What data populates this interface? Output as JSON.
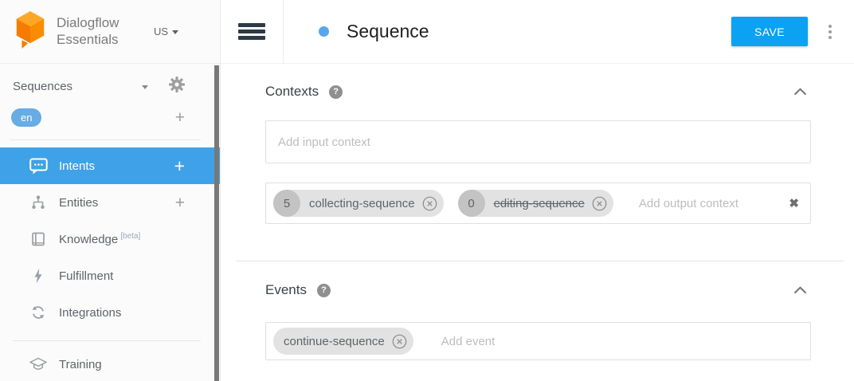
{
  "brand": {
    "line1": "Dialogflow",
    "line2": "Essentials",
    "region": "US"
  },
  "sidebar": {
    "agent_name": "Sequences",
    "language": "en",
    "items": [
      {
        "label": "Intents"
      },
      {
        "label": "Entities"
      },
      {
        "label": "Knowledge",
        "badge": "[beta]"
      },
      {
        "label": "Fulfillment"
      },
      {
        "label": "Integrations"
      },
      {
        "label": "Training"
      }
    ]
  },
  "header": {
    "title": "Sequence",
    "save_label": "SAVE"
  },
  "contexts": {
    "heading": "Contexts",
    "input_placeholder": "Add input context",
    "output_placeholder": "Add output context",
    "output_chips": [
      {
        "lifespan": "5",
        "name": "collecting-sequence",
        "strikethrough": false
      },
      {
        "lifespan": "0",
        "name": "editing-sequence",
        "strikethrough": true
      }
    ]
  },
  "events": {
    "heading": "Events",
    "event_chips": [
      {
        "name": "continue-sequence"
      }
    ],
    "placeholder": "Add event"
  },
  "icons": {
    "add": "+",
    "clear": "✖",
    "help": "?"
  },
  "colors": {
    "save_button_blue": "#0ba2f2",
    "active_item_blue": "#3fa2e8",
    "language_badge_blue": "#67ace4",
    "title_dot_blue": "#56a7ee",
    "logo_orange": "#F6821F",
    "chip_gray": "#e2e2e2",
    "chip_number_gray": "#c3c3c3"
  }
}
